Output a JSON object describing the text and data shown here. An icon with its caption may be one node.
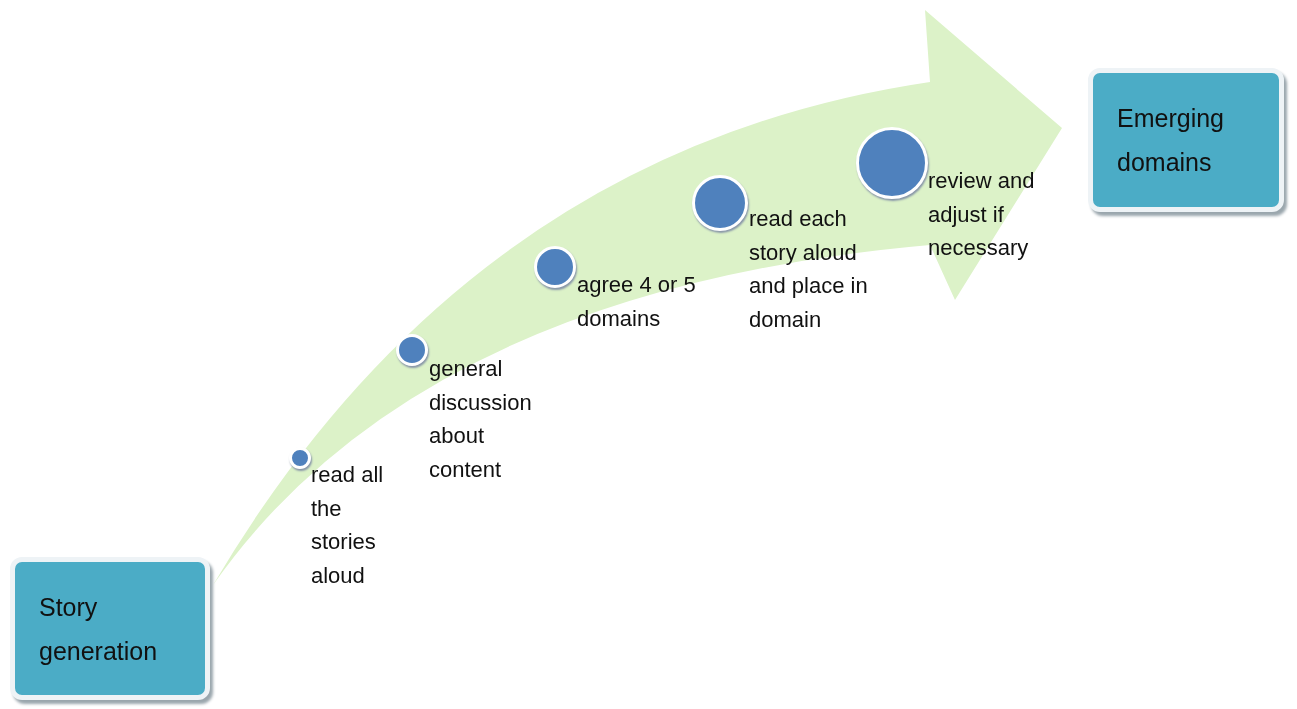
{
  "diagram": {
    "nodes": [
      {
        "text": [
          "Story generation"
        ]
      },
      {
        "text": [
          "Emerging domains"
        ]
      },
      {
        "text": [],
        "shape": "circle",
        "beside": [
          "read all the stories aloud"
        ]
      },
      {
        "text": [],
        "shape": "circle",
        "beside": [
          "general discussion about content"
        ]
      },
      {
        "text": [],
        "shape": "circle",
        "beside": [
          "agree 4 or 5 domains"
        ]
      },
      {
        "text": [],
        "shape": "circle",
        "beside": [
          "read each story aloud and place in domain"
        ]
      },
      {
        "text": [],
        "shape": "circle",
        "beside": [
          "review and adjust if necessary"
        ]
      }
    ],
    "edges": [
      {
        "from": 0,
        "to": 1,
        "arrow": "to",
        "style": "thick",
        "color": "#dcf2c8"
      }
    ]
  }
}
